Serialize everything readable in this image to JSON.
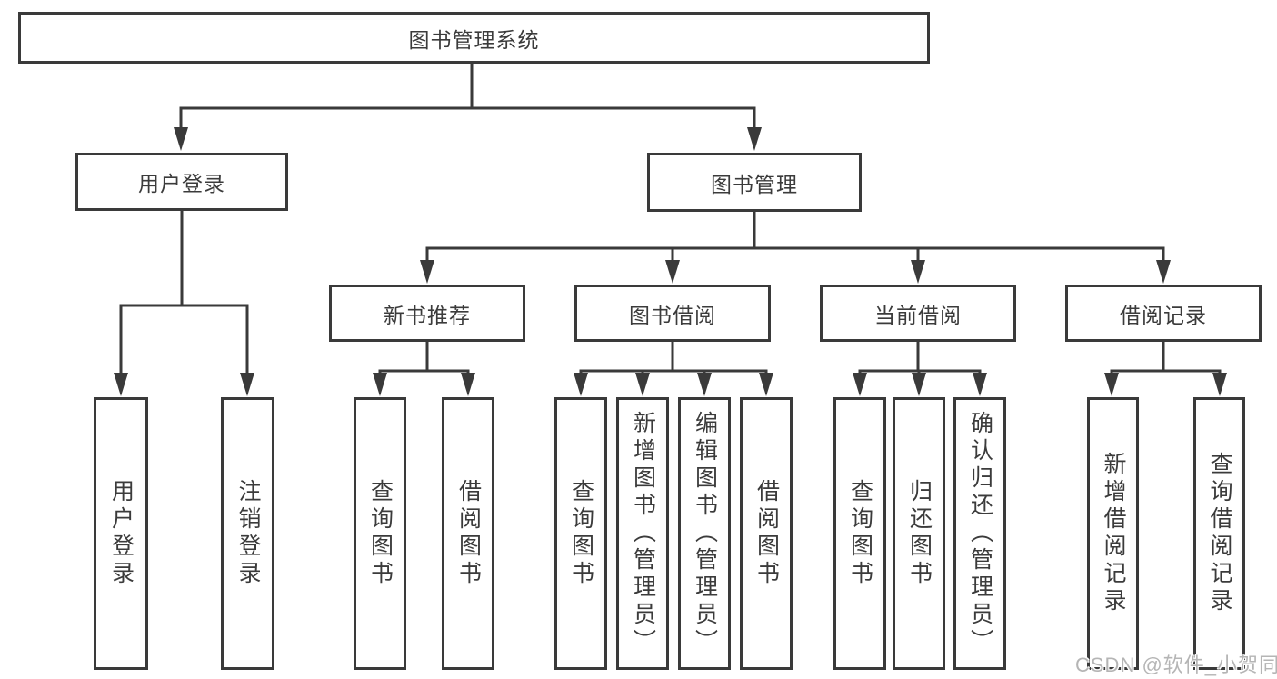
{
  "colors": {
    "line": "#3a3a3a",
    "text": "#3b3b3b",
    "watermark": "#b5b5b5",
    "bg": "#ffffff"
  },
  "tree": {
    "label": "图书管理系统",
    "children": [
      {
        "label": "用户登录",
        "children": [
          {
            "label": "用户登录"
          },
          {
            "label": "注销登录"
          }
        ]
      },
      {
        "label": "图书管理",
        "children": [
          {
            "label": "新书推荐",
            "children": [
              {
                "label": "查询图书"
              },
              {
                "label": "借阅图书"
              }
            ]
          },
          {
            "label": "图书借阅",
            "children": [
              {
                "label": "查询图书"
              },
              {
                "label": "新增图书（管理员）"
              },
              {
                "label": "编辑图书（管理员）"
              },
              {
                "label": "借阅图书"
              }
            ]
          },
          {
            "label": "当前借阅",
            "children": [
              {
                "label": "查询图书"
              },
              {
                "label": "归还图书"
              },
              {
                "label": "确认归还（管理员）"
              }
            ]
          },
          {
            "label": "借阅记录",
            "children": [
              {
                "label": "新增借阅记录"
              },
              {
                "label": "查询借阅记录"
              }
            ]
          }
        ]
      }
    ]
  },
  "watermark": {
    "text": "CSDN @软件_小贺同学"
  }
}
